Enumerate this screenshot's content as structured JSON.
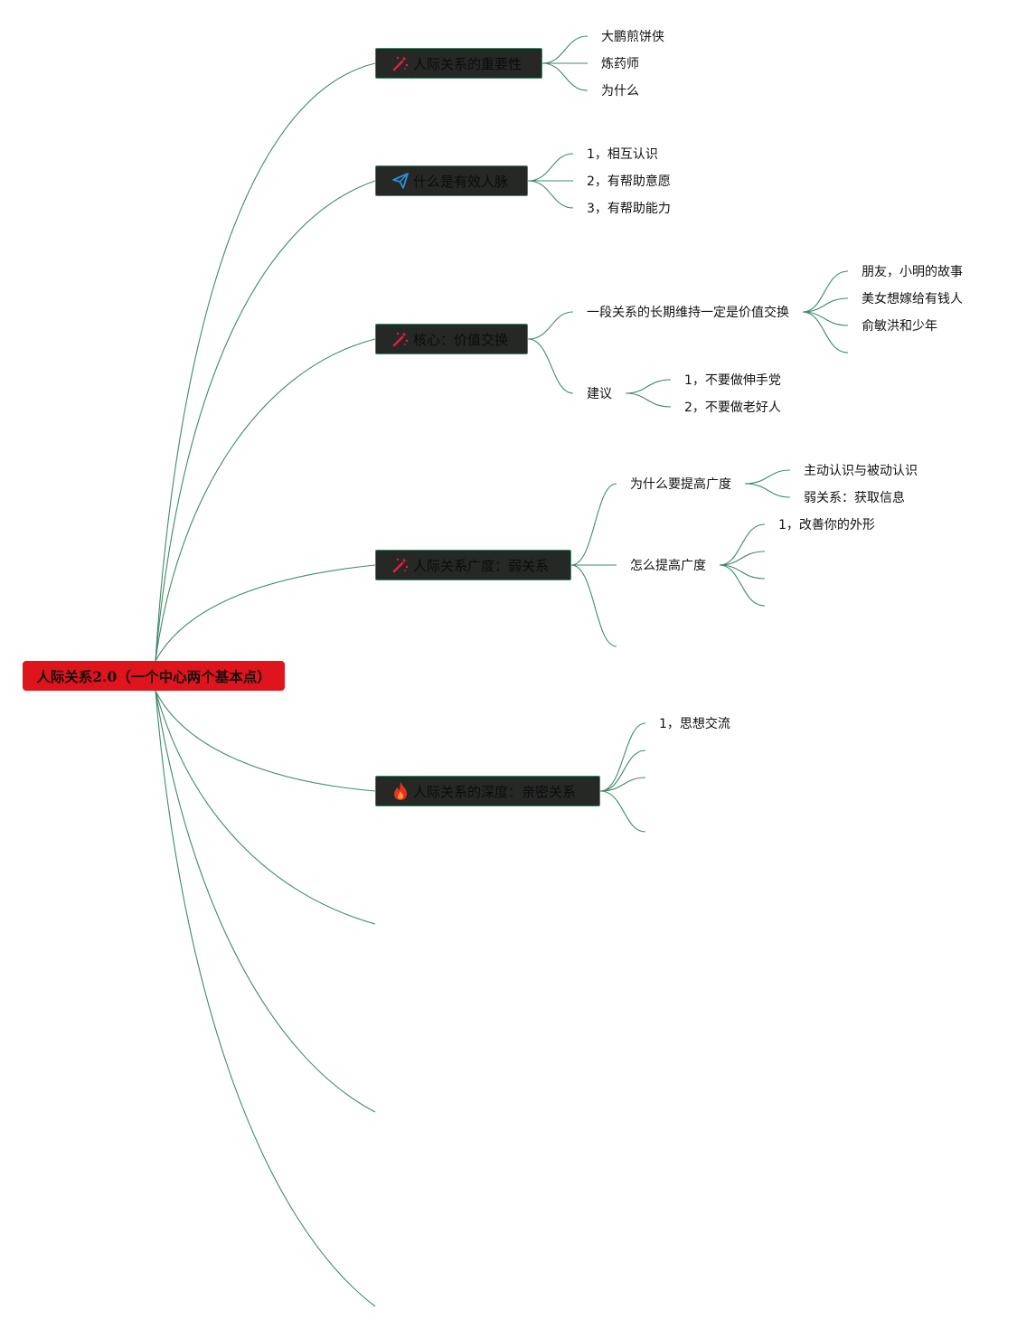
{
  "root": {
    "label": "人际关系2.0（一个中心两个基本点）",
    "color": "#e0141c"
  },
  "branches": [
    {
      "label": "人际关系的重要性",
      "icon": "magic-wand-icon",
      "children": [
        {
          "label": "大鹏煎饼侠"
        },
        {
          "label": "炼药师"
        },
        {
          "label": "为什么"
        }
      ]
    },
    {
      "label": "什么是有效人脉",
      "icon": "paper-plane-icon",
      "children": [
        {
          "label": "1，相互认识"
        },
        {
          "label": "2，有帮助意愿"
        },
        {
          "label": "3，有帮助能力"
        }
      ]
    },
    {
      "label": "核心：价值交换",
      "icon": "magic-wand-icon",
      "children": [
        {
          "label": "一段关系的长期维持一定是价值交换",
          "children": [
            {
              "label": "朋友，小明的故事"
            },
            {
              "label": "美女想嫁给有钱人"
            },
            {
              "label": "俞敏洪和少年"
            },
            {
              "label": ""
            }
          ]
        },
        {
          "label": "建议",
          "children": [
            {
              "label": "1，不要做伸手党"
            },
            {
              "label": "2，不要做老好人"
            }
          ]
        }
      ]
    },
    {
      "label": "人际关系广度：弱关系",
      "icon": "magic-wand-icon",
      "children": [
        {
          "label": "为什么要提高广度",
          "children": [
            {
              "label": "主动认识与被动认识"
            },
            {
              "label": "弱关系：获取信息"
            }
          ]
        },
        {
          "label": "怎么提高广度",
          "children": [
            {
              "label": "1，改善你的外形"
            },
            {
              "label": ""
            },
            {
              "label": ""
            },
            {
              "label": ""
            }
          ]
        },
        {
          "label": ""
        }
      ]
    },
    {
      "label": "人际关系的深度：亲密关系",
      "icon": "fire-icon",
      "children": [
        {
          "label": "1，思想交流"
        },
        {
          "label": ""
        },
        {
          "label": ""
        },
        {
          "label": ""
        }
      ]
    }
  ],
  "colors": {
    "link": "#3f8a6a",
    "topic_bg": "#262826",
    "root_bg": "#e0141c",
    "wand": "#e0204a",
    "plane": "#2a8fd8",
    "fire": "#e8321e"
  }
}
